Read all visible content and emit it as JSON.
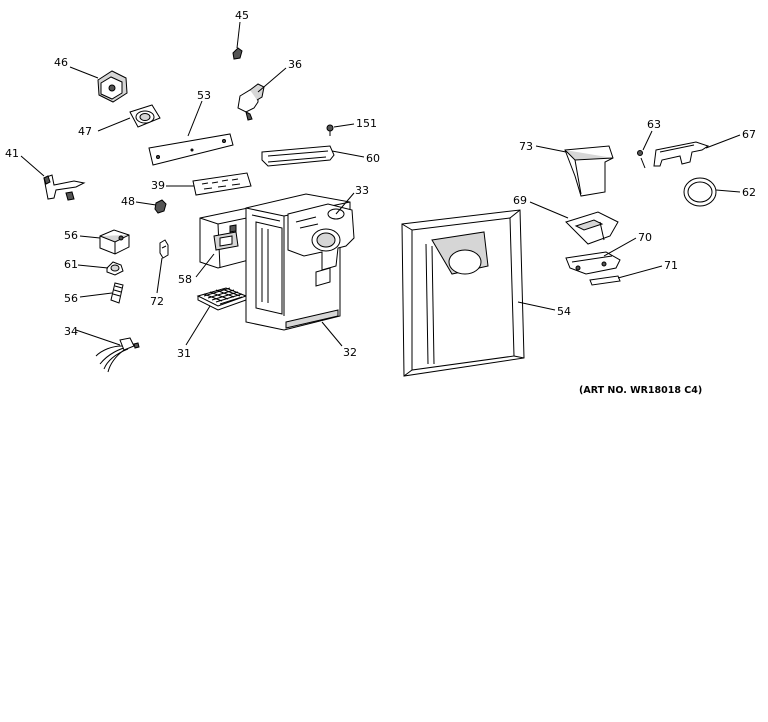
{
  "art_number": "(ART NO. WR18018 C4)",
  "callouts": {
    "c45": "45",
    "c46": "46",
    "c36": "36",
    "c53": "53",
    "c47": "47",
    "c151": "151",
    "c41": "41",
    "c60": "60",
    "c39": "39",
    "c33": "33",
    "c48": "48",
    "c56a": "56",
    "c61": "61",
    "c56b": "56",
    "c72": "72",
    "c58": "58",
    "c34": "34",
    "c31": "31",
    "c32": "32",
    "c73": "73",
    "c63": "63",
    "c67": "67",
    "c62": "62",
    "c69": "69",
    "c70": "70",
    "c71": "71",
    "c54": "54"
  }
}
